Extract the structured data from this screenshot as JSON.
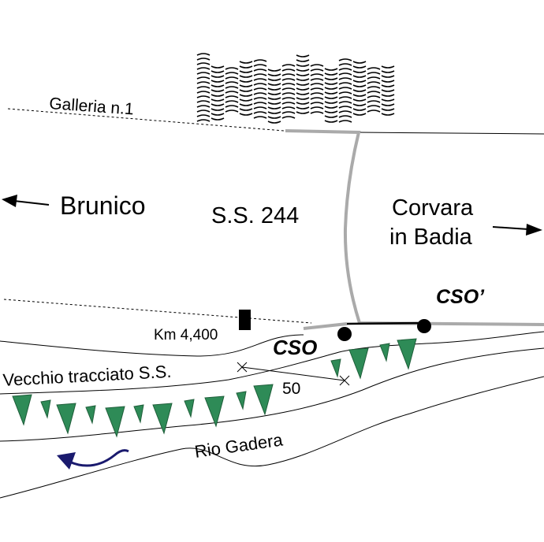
{
  "labels": {
    "galleria": "Galleria n.1",
    "brunico": "Brunico",
    "road": "S.S. 244",
    "corvara_line1": "Corvara",
    "corvara_line2": "in Badia",
    "cso_prime": "CSO’",
    "cso": "CSO",
    "km": "Km 4,400",
    "vecchio": "Vecchio tracciato S.S.",
    "distance": "50",
    "rio": "Rio Gadera"
  },
  "colors": {
    "line": "#000000",
    "road_gray": "#aaaaaa",
    "vegetation": "#2e8b57",
    "river_arrow": "#1a1a6e",
    "background": "#ffffff"
  },
  "icons": {
    "west_arrow": "arrow-left-icon",
    "east_arrow": "arrow-right-icon",
    "flow_arrow": "river-flow-arrow-icon",
    "survey_point": "filled-circle-icon",
    "km_marker": "black-rectangle-icon",
    "cliff": "rock-hatching-icon",
    "vegetation": "tree-symbol-icon"
  }
}
